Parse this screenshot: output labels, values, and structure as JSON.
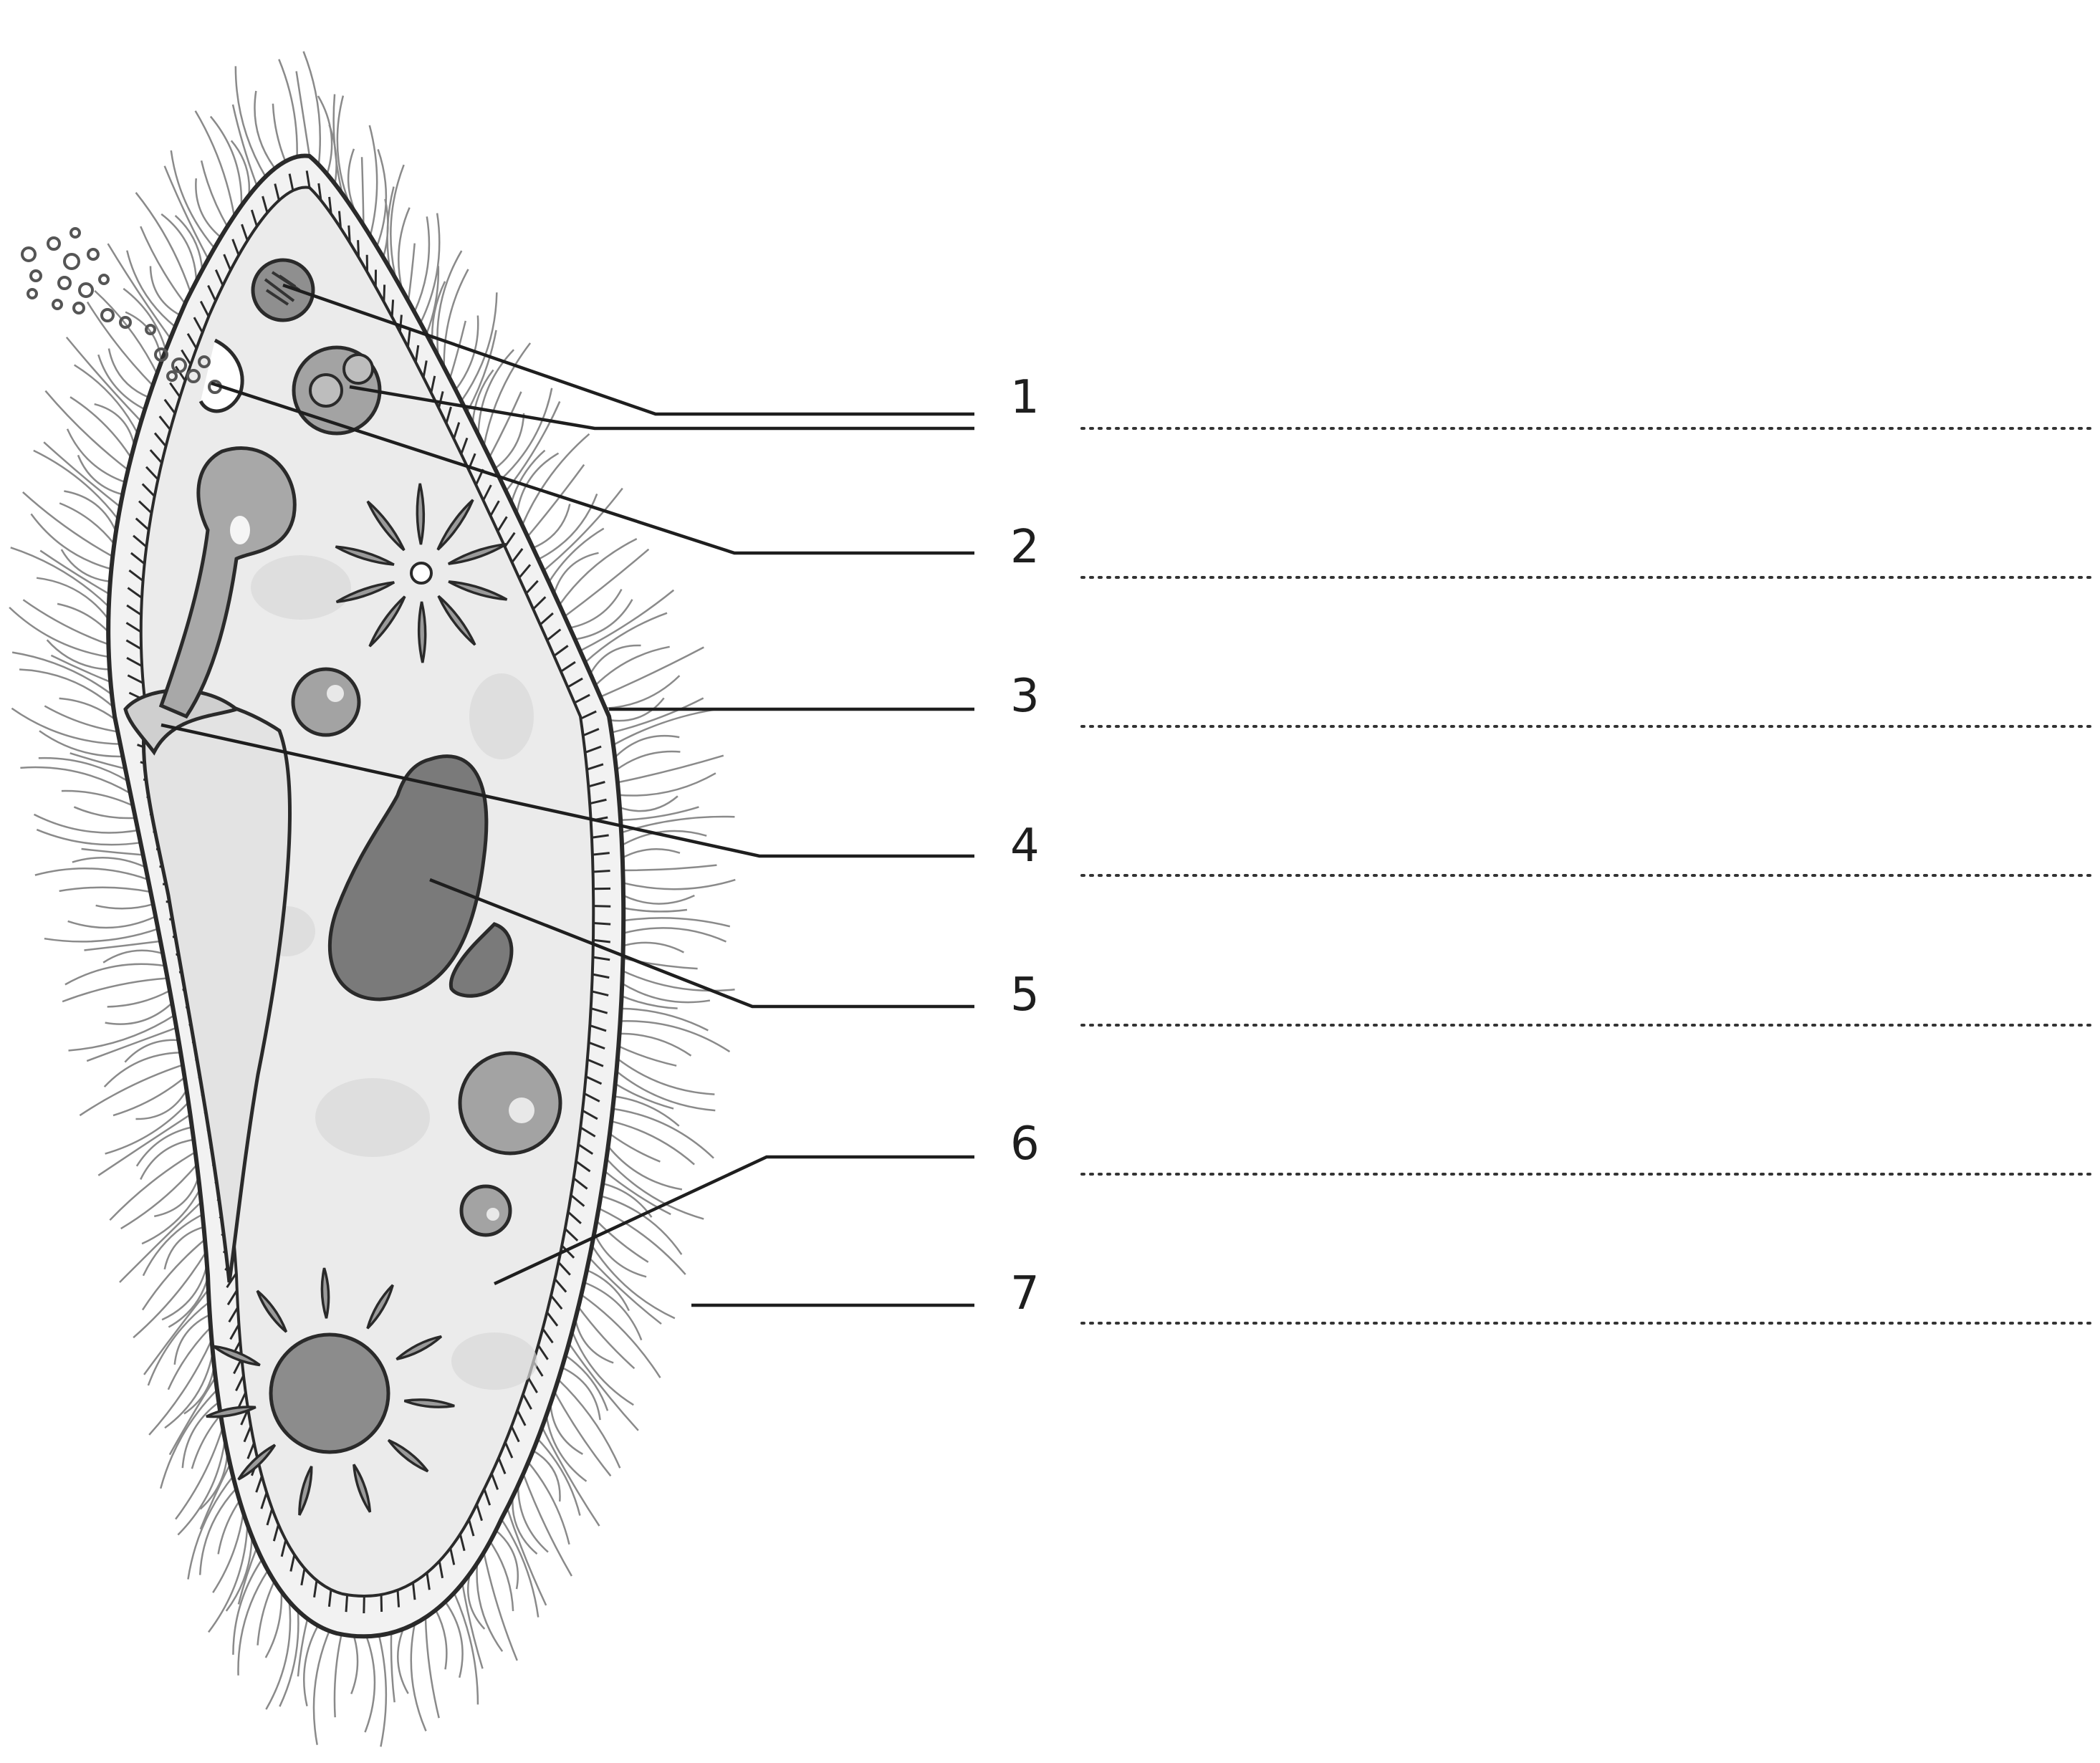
{
  "diagram": {
    "subject-icon": "paramecium-cell-drawing",
    "labels": [
      {
        "number": "1",
        "answer": ""
      },
      {
        "number": "2",
        "answer": ""
      },
      {
        "number": "3",
        "answer": ""
      },
      {
        "number": "4",
        "answer": ""
      },
      {
        "number": "5",
        "answer": ""
      },
      {
        "number": "6",
        "answer": ""
      },
      {
        "number": "7",
        "answer": ""
      }
    ],
    "colors": {
      "ink": "#2a2a2a",
      "cytoplasm": "#ececec",
      "organelle": "#9a9a9a",
      "nucleus": "#7a7a7a",
      "cilia": "#8a8a8a"
    }
  }
}
